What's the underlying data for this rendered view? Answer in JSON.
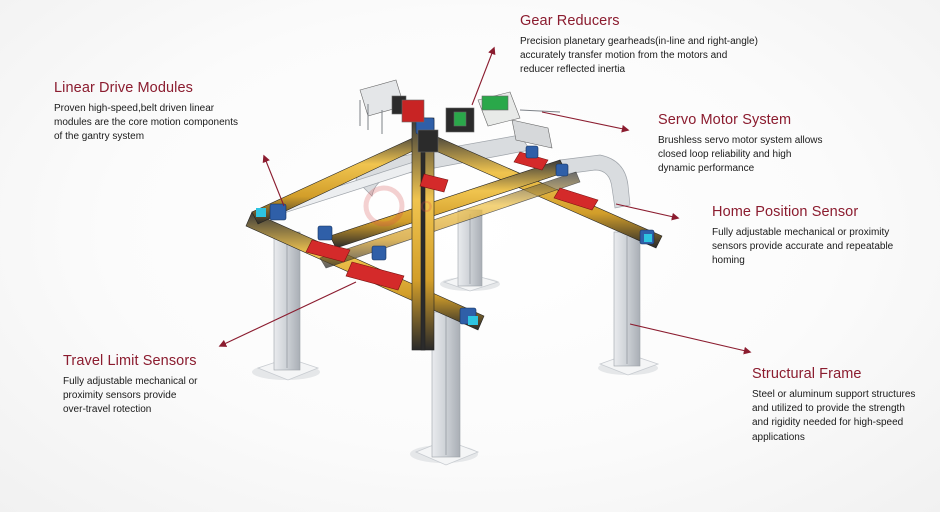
{
  "callouts": {
    "gear": {
      "title": "Gear Reducers",
      "lines": [
        "Precision planetary gearheads(in-line and right-angle)",
        "accurately transfer motion from the motors and",
        "reducer reflected inertia"
      ]
    },
    "linear": {
      "title": "Linear Drive Modules",
      "lines": [
        "Proven high-speed,belt driven linear",
        "modules are the core motion components",
        "of the gantry system"
      ]
    },
    "servo": {
      "title": "Servo Motor System",
      "lines": [
        "Brushless servo motor system allows",
        "closed loop reliability and high",
        "dynamic performance"
      ]
    },
    "home": {
      "title": "Home Position Sensor",
      "lines": [
        "Fully adjustable mechanical or proximity",
        "sensors provide accurate and repeatable",
        "homing"
      ]
    },
    "travel": {
      "title": "Travel Limit Sensors",
      "lines": [
        "Fully adjustable mechanical or",
        "proximity sensors provide",
        "over-travel rotection"
      ]
    },
    "frame": {
      "title": "Structural Frame",
      "lines": [
        "Steel or aluminum support structures",
        "and utilized to provide the strength",
        "and rigidity needed for high-speed",
        "applications"
      ]
    }
  },
  "colors": {
    "title_accent": "#8b1c2f",
    "arrow": "#8b1c2f",
    "rail_yellow": "#e3b23c",
    "slider_red": "#d42a2a",
    "endcap_blue": "#2f5fa8",
    "motor_green": "#2aa84a",
    "column_gray": "#cfd3d8"
  },
  "icons": {
    "arrow_head": "triangle-arrowhead",
    "watermark": "faded-logo-watermark"
  }
}
